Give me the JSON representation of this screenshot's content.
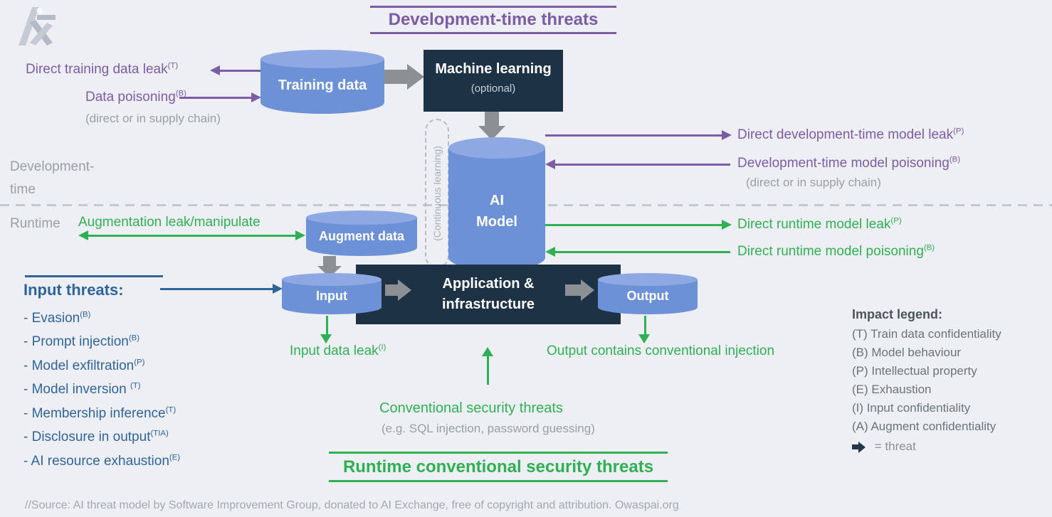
{
  "header": {
    "dev_title": "Development-time threats"
  },
  "footer": {
    "runtime_title": "Runtime conventional security threats"
  },
  "nodes": {
    "training_data": "Training data",
    "machine_learning": "Machine learning",
    "ml_optional": "(optional)",
    "ai_model": "AI\nModel",
    "continuous_learning": "(Continuous learning)",
    "augment_data": "Augment data",
    "input": "Input",
    "application": "Application &\ninfrastructure",
    "output": "Output"
  },
  "phases": {
    "development": "Development-\ntime",
    "runtime": "Runtime"
  },
  "threats": {
    "training_data_leak": {
      "text": "Direct training data leak",
      "sup": "(T)"
    },
    "data_poisoning": {
      "text": "Data poisoning",
      "sup": "(B)"
    },
    "data_poisoning_note": "(direct or in supply chain)",
    "devtime_model_leak": {
      "text": "Direct development-time model leak",
      "sup": "(P)"
    },
    "devtime_model_poisoning": {
      "text": "Development-time model poisoning",
      "sup": "(B)"
    },
    "devtime_model_poisoning_note": "(direct or in supply chain)",
    "runtime_model_leak": {
      "text": "Direct runtime model leak",
      "sup": "(P)"
    },
    "runtime_model_poisoning": {
      "text": "Direct runtime model poisoning",
      "sup": "(B)"
    },
    "augmentation_leak": "Augmentation leak/manipulate",
    "input_data_leak": {
      "text": "Input data leak",
      "sup": "(I)"
    },
    "output_injection": "Output contains conventional injection",
    "conventional": "Conventional security threats",
    "conventional_note": "(e.g. SQL injection, password guessing)"
  },
  "input_threats": {
    "heading": "Input threats:",
    "items": [
      {
        "text": "- Evasion",
        "sup": "(B)"
      },
      {
        "text": "- Prompt injection",
        "sup": "(B)"
      },
      {
        "text": "- Model exfiltration",
        "sup": "(P)"
      },
      {
        "text": "- Model inversion ",
        "sup": "(T)"
      },
      {
        "text": "- Membership inference",
        "sup": "(T)"
      },
      {
        "text": "- Disclosure in output",
        "sup": "(TIA)"
      },
      {
        "text": "- AI resource exhaustion",
        "sup": "(E)"
      }
    ]
  },
  "legend": {
    "heading": "Impact legend:",
    "items": [
      "(T) Train data confidentiality",
      "(B) Model behaviour",
      "(P) Intellectual property",
      "(E) Exhaustion",
      "(I) Input confidentiality",
      "(A) Augment confidentiality"
    ],
    "threat_label": "= threat"
  },
  "source": "//Source: AI threat model by Software Improvement Group, donated to AI Exchange, free of copyright and attribution. Owaspai.org",
  "colors": {
    "background": "#edeff4",
    "purple": "#7b5ca5",
    "green": "#2fb052",
    "steel_blue": "#2f649b",
    "navy": "#1d3345",
    "cylinder_blue": "#6d91d6",
    "cylinder_top_blue": "#8da8e2",
    "gray_arrow": "#8c8f94",
    "gray_text": "#9aa0a6"
  }
}
